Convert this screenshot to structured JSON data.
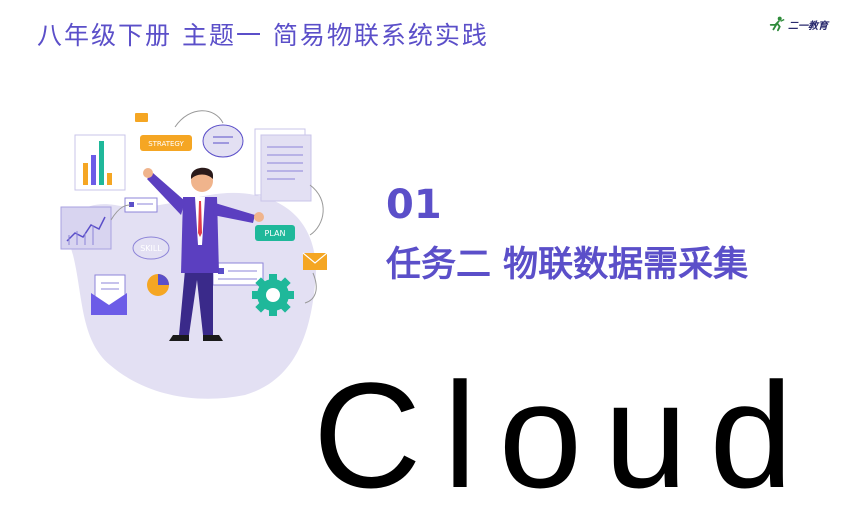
{
  "header": {
    "title": "八年级下册 主题一 简易物联系统实践"
  },
  "logo": {
    "text": "二一教育"
  },
  "illustration": {
    "labels": {
      "strategy": "STRATEGY",
      "skill": "SKILL",
      "plan": "PLAN"
    }
  },
  "section": {
    "number": "01",
    "title": "任务二  物联数据需采集"
  },
  "watermark": {
    "text": "Cloud"
  },
  "colors": {
    "accent": "#5b4fc9",
    "blob": "#e3e0f3",
    "green": "#1fb89a",
    "orange": "#f5a623"
  }
}
